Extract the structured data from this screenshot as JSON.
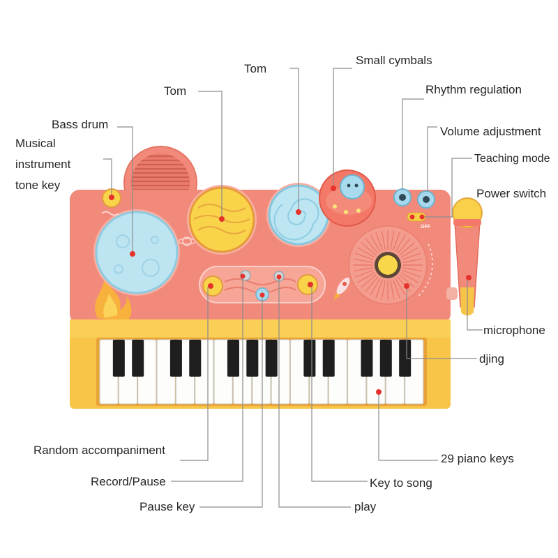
{
  "labels": {
    "tom_top": "Tom",
    "small_cymbals": "Small cymbals",
    "tom_left": "Tom",
    "rhythm_regulation": "Rhythm regulation",
    "bass_drum": "Bass drum",
    "volume_adjustment": "Volume adjustment",
    "tone_key": [
      "Musical",
      "instrument",
      "tone key"
    ],
    "teaching_mode": "Teaching mode",
    "power_switch": "Power switch",
    "microphone": "microphone",
    "djing": "djing",
    "random_accompaniment": "Random accompaniment",
    "piano_keys": "29 piano keys",
    "record_pause": "Record/Pause",
    "key_to_song": "Key to song",
    "pause_key": "Pause key",
    "play": "play"
  },
  "toy": {
    "switch_label": "OFF"
  },
  "colors": {
    "leader_line": "#8c8c8c",
    "marker_dot": "#e5322a",
    "body": "#f28a7c",
    "keyboard_base": "#f8c548"
  }
}
